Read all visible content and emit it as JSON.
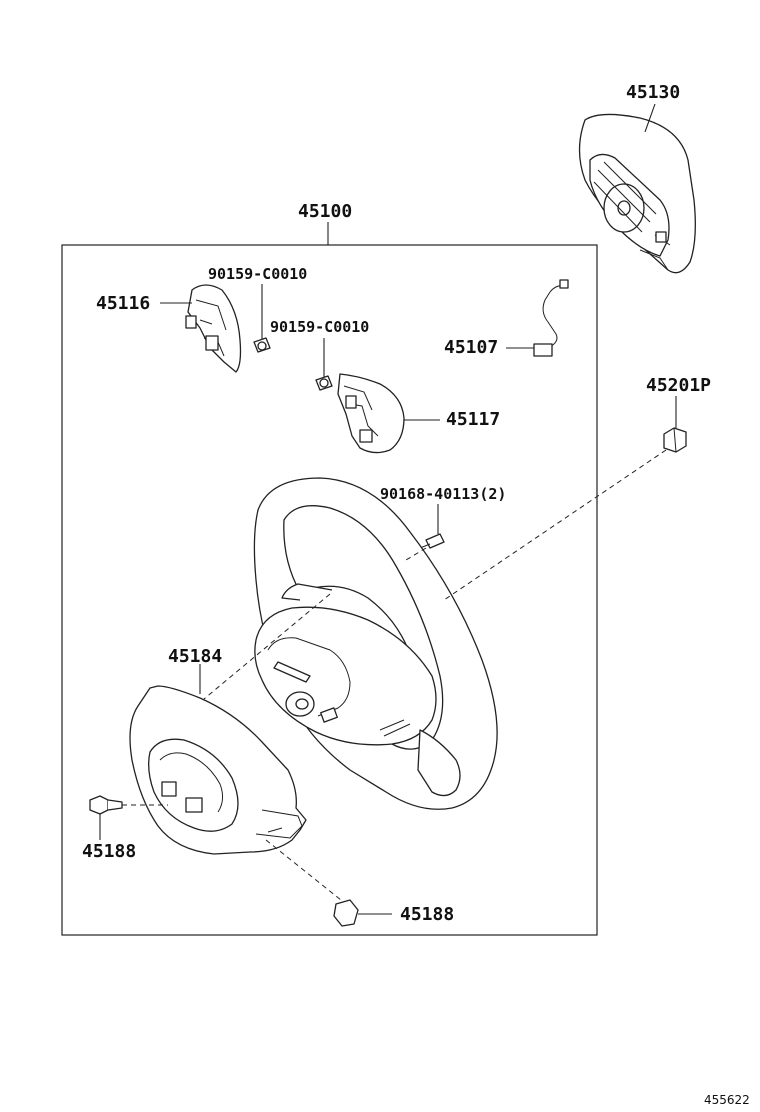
{
  "diagram": {
    "assembly_label": "45100",
    "diagram_id": "455622",
    "parts": {
      "airbag": "45130",
      "cover_left": "45116",
      "screw_upper": "90159-C0010",
      "screw_lower": "90159-C0010",
      "wire": "45107",
      "cover_right": "45117",
      "nut": "45201P",
      "screw_small": "90168-40113(2)",
      "lower_cover": "45184",
      "bolt_left": "45188",
      "bolt_bottom": "45188"
    }
  }
}
